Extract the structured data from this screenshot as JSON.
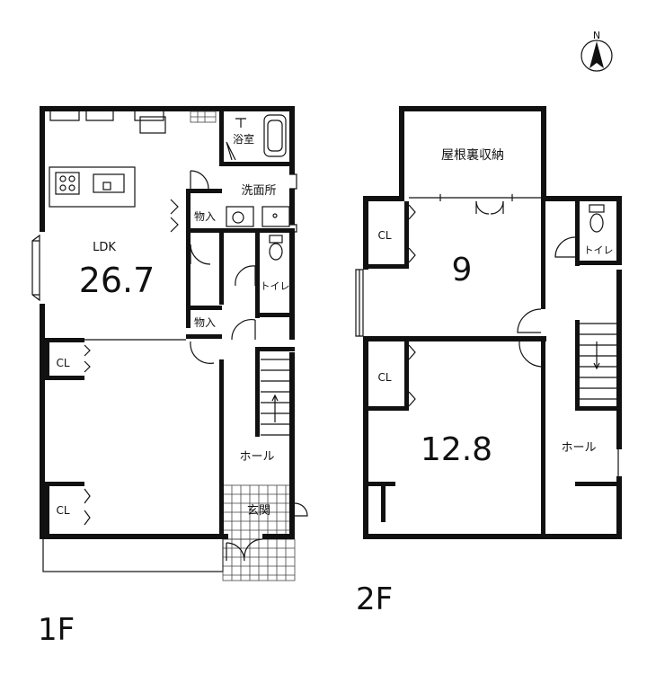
{
  "compass": {
    "north": "N"
  },
  "floors": {
    "first": {
      "floor_label": "1F",
      "rooms": {
        "ldk": "LDK",
        "ldk_size": "26.7",
        "bath": "浴室",
        "washroom": "洗面所",
        "storage_1": "物入",
        "storage_2": "物入",
        "toilet": "トイレ",
        "closet_1": "CL",
        "closet_2": "CL",
        "hall": "ホール",
        "entrance": "玄関"
      }
    },
    "second": {
      "floor_label": "2F",
      "rooms": {
        "attic_storage": "屋根裏収納",
        "room_a_size": "9",
        "room_b_size": "12.8",
        "closet_1": "CL",
        "closet_2": "CL",
        "toilet": "トイレ",
        "hall": "ホール"
      }
    }
  }
}
